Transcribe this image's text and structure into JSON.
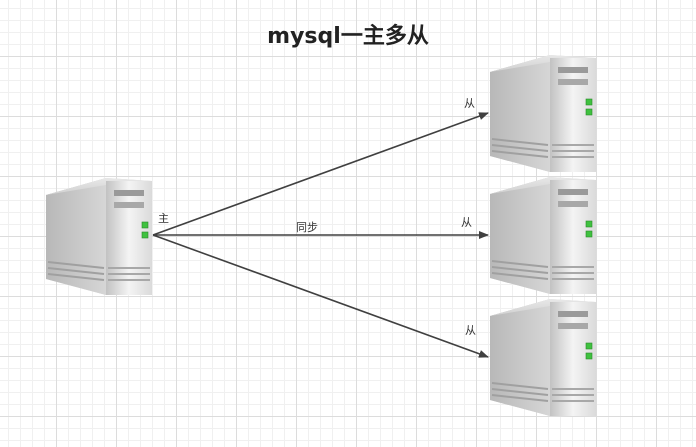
{
  "title": "mysql一主多从",
  "master": {
    "label": "主"
  },
  "edge_label": "同步",
  "slaves": [
    {
      "label": "从"
    },
    {
      "label": "从"
    },
    {
      "label": "从"
    }
  ],
  "colors": {
    "arrow": "#404040",
    "led": "#3fc13f",
    "server_light": "#f2f2f2",
    "server_dark": "#b5b5b5"
  }
}
